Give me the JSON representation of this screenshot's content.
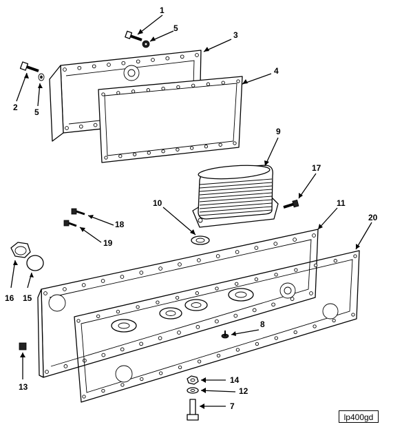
{
  "figure_id": "lp400gd",
  "callouts": [
    {
      "label": "1"
    },
    {
      "label": "5"
    },
    {
      "label": "3"
    },
    {
      "label": "2"
    },
    {
      "label": "5"
    },
    {
      "label": "4"
    },
    {
      "label": "9"
    },
    {
      "label": "17"
    },
    {
      "label": "10"
    },
    {
      "label": "11"
    },
    {
      "label": "20"
    },
    {
      "label": "18"
    },
    {
      "label": "19"
    },
    {
      "label": "16"
    },
    {
      "label": "15"
    },
    {
      "label": "8"
    },
    {
      "label": "13"
    },
    {
      "label": "14"
    },
    {
      "label": "12"
    },
    {
      "label": "7"
    }
  ]
}
